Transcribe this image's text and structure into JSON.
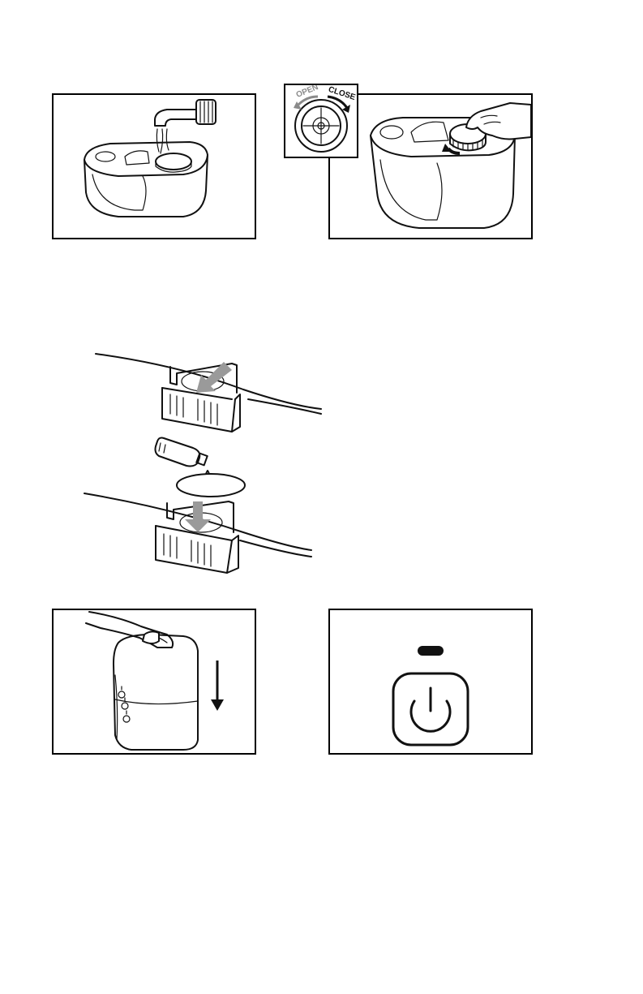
{
  "dial": {
    "open_label": "OPEN",
    "close_label": "CLOSE"
  },
  "illustrations": {
    "fill_tank": "faucet-filling-tank",
    "close_cap": "turning-cap-closed",
    "scent_pad": "adding-drops-to-pad",
    "place_tank": "placing-tank-on-base",
    "power_button": "power-button-with-indicator"
  },
  "colors": {
    "ink": "#111111",
    "arrow_gray": "#8a8a8a",
    "background": "#ffffff"
  }
}
